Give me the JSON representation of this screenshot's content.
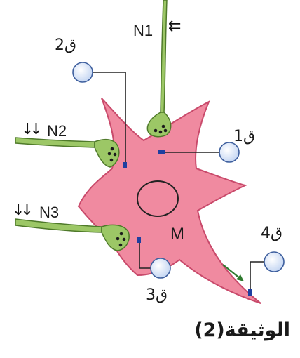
{
  "neurons": {
    "n1": {
      "label": "N1",
      "arrows": "⇇"
    },
    "n2": {
      "label": "N2",
      "arrows": "↓↓"
    },
    "n3": {
      "label": "N3",
      "arrows": "↓↓"
    },
    "m": {
      "label": "M"
    }
  },
  "electrodes": {
    "e1": {
      "label": "ق1"
    },
    "e2": {
      "label": "ق2"
    },
    "e3": {
      "label": "ق3"
    },
    "e4": {
      "label": "ق4"
    }
  },
  "caption": "الوثيقة(2)",
  "colors": {
    "cell_body": "#f08aa0",
    "cell_outline": "#c94a6b",
    "axon": "#9cc766",
    "axon_outline": "#4f7a2a",
    "electrode": "#d9e7fb",
    "electrode_outline": "#3e5f9e",
    "probe_tip": "#1f3fa0"
  }
}
